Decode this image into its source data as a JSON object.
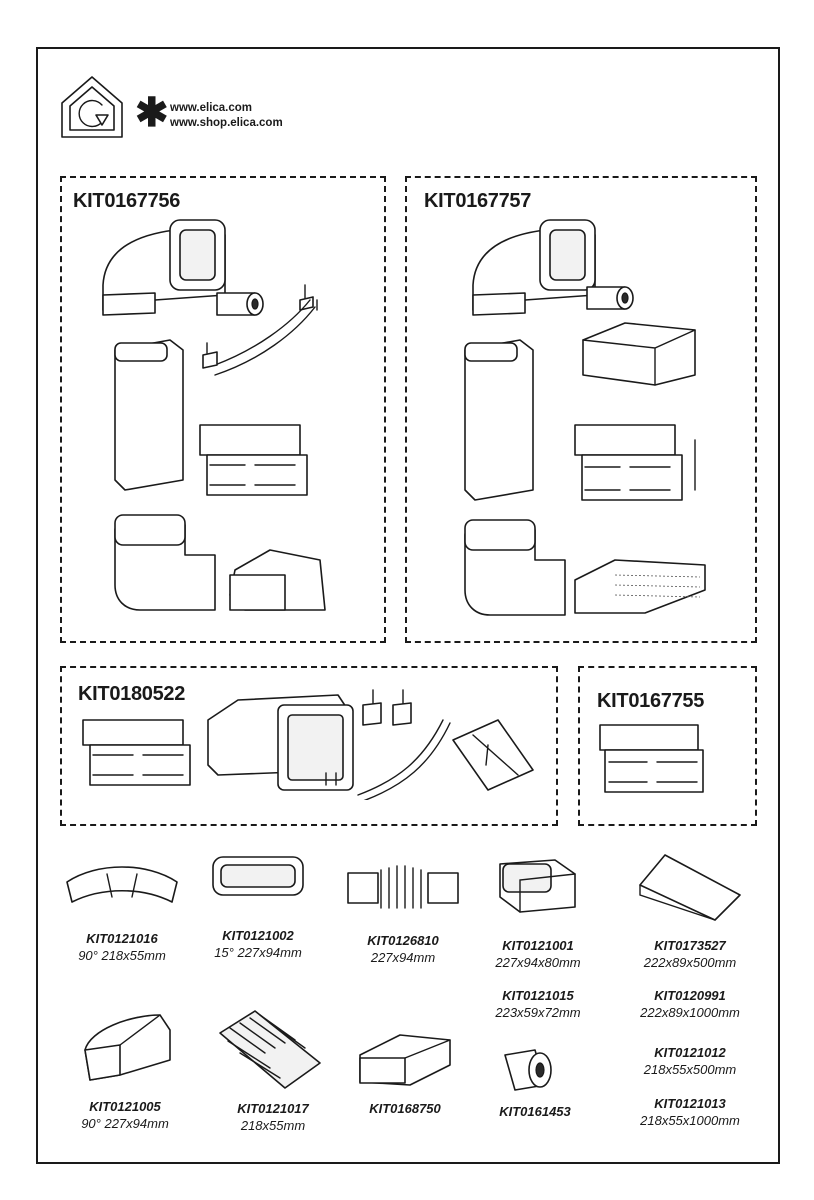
{
  "header": {
    "logo_icon": "house-recycle-icon",
    "asterisk_icon": "asterisk-icon",
    "links": [
      "www.elica.com",
      "www.shop.elica.com"
    ]
  },
  "kits": {
    "k1": {
      "code": "KIT0167756"
    },
    "k2": {
      "code": "KIT0167757"
    },
    "k3": {
      "code": "KIT0180522"
    },
    "k4": {
      "code": "KIT0167755"
    }
  },
  "parts": {
    "p1": {
      "code": "KIT0121016",
      "dim": "90°  218x55mm"
    },
    "p2": {
      "code": "KIT0121002",
      "dim": "15°  227x94mm"
    },
    "p3": {
      "code": "KIT0126810",
      "dim": "227x94mm"
    },
    "p4": {
      "code": "KIT0121001",
      "dim": "227x94x80mm"
    },
    "p5": {
      "code": "KIT0121015",
      "dim": "223x59x72mm"
    },
    "p6": {
      "code": "KIT0173527",
      "dim": "222x89x500mm"
    },
    "p7": {
      "code": "KIT0120991",
      "dim": "222x89x1000mm"
    },
    "p8": {
      "code": "KIT0121012",
      "dim": "218x55x500mm"
    },
    "p9": {
      "code": "KIT0121013",
      "dim": "218x55x1000mm"
    },
    "p10": {
      "code": "KIT0121005",
      "dim": "90°  227x94mm"
    },
    "p11": {
      "code": "KIT0121017",
      "dim": "218x55mm"
    },
    "p12": {
      "code": "KIT0168750"
    },
    "p13": {
      "code": "KIT0161453"
    }
  }
}
